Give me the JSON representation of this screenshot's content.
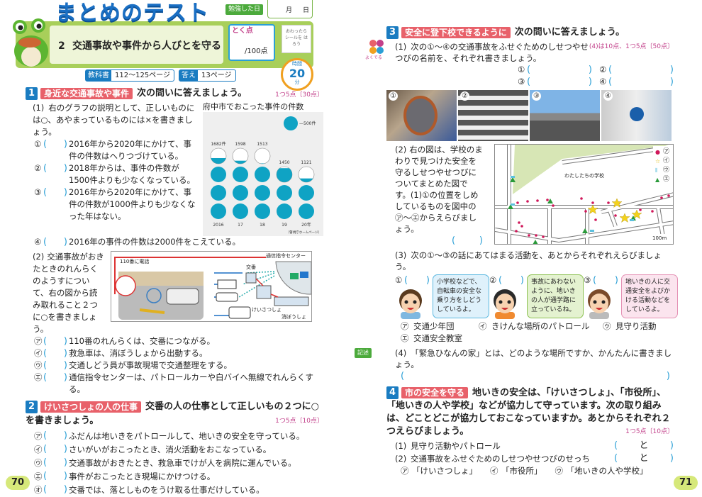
{
  "header": {
    "title": "まとめのテスト",
    "unit_number": "2",
    "unit_title": "交通事故や事件から人びとを守る",
    "study_date_label": "勉強した日",
    "month": "月",
    "day": "日",
    "score_label": "とく点",
    "score_max": "/100点",
    "seal_text": "おわったら シールを はろう",
    "timer_label": "時間",
    "timer_value": "20",
    "timer_unit": "分",
    "textbook_label": "教科書",
    "textbook_pages": "112〜125ページ",
    "answer_label": "答え",
    "answer_page": "13ページ"
  },
  "colors": {
    "section_number": "#1a7cc1",
    "section_tag": "#e8616a",
    "answer_bracket": "#2a9fd6",
    "points": "#c2408a",
    "header_green": "#a8cf5a",
    "graph_fill": "#0fa3c4"
  },
  "q1": {
    "num": "1",
    "tag": "身近な交通事故や事件",
    "prompt": "次の問いに答えましょう。",
    "points": "1つ5点〔30点〕",
    "p1": {
      "label": "(1)",
      "text": "右のグラフの説明として、正しいものには○、あやまっているものには×を書きましょう。",
      "items": [
        {
          "mark": "①",
          "text": "2016年から2020年にかけて、事件の件数はへりつづけている。"
        },
        {
          "mark": "②",
          "text": "2018年からは、事件の件数が1500件よりも少なくなっている。"
        },
        {
          "mark": "③",
          "text": "2016年から2020年にかけて、事件の件数が1000件よりも少なくなった年はない。"
        },
        {
          "mark": "④",
          "text": "2016年の事件の件数は2000件をこえている。"
        }
      ]
    },
    "graph": {
      "title": "府中市でおこった事件の件数",
      "unit_label": "500件",
      "unit_value": 500,
      "source": "〔警視庁ホームページ〕",
      "years": [
        "2016",
        "17",
        "18",
        "19",
        "20年"
      ],
      "value_labels": [
        "1682件",
        "1598",
        "1513",
        "1450",
        "1121"
      ],
      "values": [
        1682,
        1598,
        1513,
        1450,
        1121
      ]
    },
    "p2": {
      "label": "(2)",
      "text": "交通事故がおきたときのれんらくのようすについて、右の図から読み取れること２つに○を書きましょう。",
      "diagram": {
        "call_label": "110番に電話",
        "center_label": "通信指令センター",
        "koban_label": "交番",
        "police_label": "けいさつしょ",
        "fire_label": "消ぼうしょ"
      },
      "items": [
        {
          "mark": "㋐",
          "text": "110番のれんらくは、交番につながる。"
        },
        {
          "mark": "㋑",
          "text": "救急車は、消ぼうしょから出動する。"
        },
        {
          "mark": "㋒",
          "text": "交通しどう員が事故現場で交通整理をする。"
        },
        {
          "mark": "㋓",
          "text": "通信指令センターは、パトロールカーや白バイへ無線でれんらくする。"
        }
      ]
    }
  },
  "q2": {
    "num": "2",
    "tag": "けいさつしょの人の仕事",
    "prompt": "交番の人の仕事として正しいもの２つに○を書きましょう。",
    "points": "1つ5点〔10点〕",
    "items": [
      {
        "mark": "㋐",
        "text": "ふだんは地いきをパトロールして、地いきの安全を守っている。"
      },
      {
        "mark": "㋑",
        "text": "さいがいがおこったとき、消火活動をおこなっている。"
      },
      {
        "mark": "㋒",
        "text": "交通事故がおきたとき、救急車でけが人を病院に運んでいる。"
      },
      {
        "mark": "㋓",
        "text": "事件がおこったとき現場にかけつける。"
      },
      {
        "mark": "㋔",
        "text": "交番では、落としものをうけ取る仕事だけしている。"
      }
    ]
  },
  "q3": {
    "num": "3",
    "tag": "安全に登下校できるように",
    "prompt": "次の問いに答えましょう。",
    "points": "(4)は10点、1つ5点〔50点〕",
    "badge": "よくでる",
    "p1": {
      "label": "(1)",
      "text": "次の①〜④の交通事故をふせぐためのしせつやせつびの名前を、それぞれ書きましょう。",
      "blanks": [
        "①",
        "②",
        "③",
        "④"
      ],
      "photos": [
        "①",
        "②",
        "③",
        "④"
      ]
    },
    "p2": {
      "label": "(2)",
      "text": "右の図は、学校のまわりで見つけた安全を守るしせつやせつびについてまとめた図です。(1)①の位置をしめしているものを図中の㋐〜㋓からえらびましょう。",
      "map_school": "わたしたちの学校",
      "map_scale": "100m",
      "legend": [
        {
          "symbol": "●",
          "mark": "㋐"
        },
        {
          "symbol": "☆",
          "mark": "㋑"
        },
        {
          "symbol": "⦀",
          "mark": "㋒"
        },
        {
          "symbol": "▲",
          "mark": "㋓"
        }
      ]
    },
    "p3": {
      "label": "(3)",
      "text": "次の①〜③の話にあてはまる活動を、あとからそれぞれえらびましょう。",
      "speakers": [
        {
          "mark": "①",
          "speech": "小学校などで、自転車の安全な乗り方をしどうしているよ。"
        },
        {
          "mark": "②",
          "speech": "事故にあわないように、地いきの人が通学路に立っているね。"
        },
        {
          "mark": "③",
          "speech": "地いきの人に交通安全をよびかける活動などをしているよ。"
        }
      ],
      "choices": [
        {
          "mark": "㋐",
          "text": "交通少年団"
        },
        {
          "mark": "㋑",
          "text": "きけんな場所のパトロール"
        },
        {
          "mark": "㋒",
          "text": "見守り活動"
        },
        {
          "mark": "㋓",
          "text": "交通安全教室"
        }
      ]
    },
    "p4": {
      "label": "(4)",
      "badge": "記述",
      "text": "「緊急ひなんの家」とは、どのような場所ですか、かんたんに書きましょう。"
    }
  },
  "q4": {
    "num": "4",
    "tag": "市の安全を守る",
    "prompt": "地いきの安全は、「けいさつしょ」、「市役所」、「地いきの人や学校」などが協力して守っています。次の取り組みは、どことどこが協力しておこなっていますか。あとからそれぞれ２つえらびましょう。",
    "points": "1つ5点〔10点〕",
    "items": [
      {
        "label": "(1)",
        "text": "見守り活動やパトロール",
        "joiner": "と"
      },
      {
        "label": "(2)",
        "text": "交通事故をふせぐためのしせつやせつびのせっち",
        "joiner": "と"
      }
    ],
    "choices": [
      {
        "mark": "㋐",
        "text": "「けいさつしょ」"
      },
      {
        "mark": "㋑",
        "text": "「市役所」"
      },
      {
        "mark": "㋒",
        "text": "「地いきの人や学校」"
      }
    ]
  },
  "pages": {
    "left": "70",
    "right": "71"
  }
}
